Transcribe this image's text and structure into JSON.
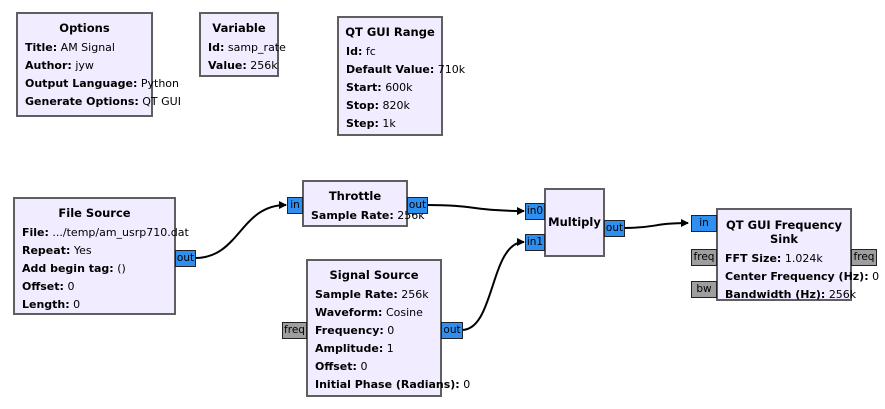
{
  "blocks": {
    "options": {
      "title": "Options",
      "params": [
        {
          "k": "Title:",
          "v": "AM Signal"
        },
        {
          "k": "Author:",
          "v": "jyw"
        },
        {
          "k": "Output Language:",
          "v": "Python"
        },
        {
          "k": "Generate Options:",
          "v": "QT GUI"
        }
      ]
    },
    "variable": {
      "title": "Variable",
      "params": [
        {
          "k": "Id:",
          "v": "samp_rate"
        },
        {
          "k": "Value:",
          "v": "256k"
        }
      ]
    },
    "range": {
      "title": "QT GUI Range",
      "params": [
        {
          "k": "Id:",
          "v": "fc"
        },
        {
          "k": "Default Value:",
          "v": "710k"
        },
        {
          "k": "Start:",
          "v": "600k"
        },
        {
          "k": "Stop:",
          "v": "820k"
        },
        {
          "k": "Step:",
          "v": "1k"
        }
      ]
    },
    "file_source": {
      "title": "File Source",
      "params": [
        {
          "k": "File:",
          "v": ".../temp/am_usrp710.dat"
        },
        {
          "k": "Repeat:",
          "v": "Yes"
        },
        {
          "k": "Add begin tag:",
          "v": "()"
        },
        {
          "k": "Offset:",
          "v": "0"
        },
        {
          "k": "Length:",
          "v": "0"
        }
      ],
      "out": "out"
    },
    "throttle": {
      "title": "Throttle",
      "params": [
        {
          "k": "Sample Rate:",
          "v": "256k"
        }
      ],
      "in": "in",
      "out": "out"
    },
    "signal_source": {
      "title": "Signal Source",
      "params": [
        {
          "k": "Sample Rate:",
          "v": "256k"
        },
        {
          "k": "Waveform:",
          "v": "Cosine"
        },
        {
          "k": "Frequency:",
          "v": "0"
        },
        {
          "k": "Amplitude:",
          "v": "1"
        },
        {
          "k": "Offset:",
          "v": "0"
        },
        {
          "k": "Initial Phase (Radians):",
          "v": "0"
        }
      ],
      "freq": "freq",
      "out": "out"
    },
    "multiply": {
      "title": "Multiply",
      "in0": "in0",
      "in1": "in1",
      "out": "out"
    },
    "freq_sink": {
      "title": "QT GUI Frequency Sink",
      "params": [
        {
          "k": "FFT Size:",
          "v": "1.024k"
        },
        {
          "k": "Center Frequency (Hz):",
          "v": "0"
        },
        {
          "k": "Bandwidth (Hz):",
          "v": "256k"
        }
      ],
      "in": "in",
      "freq_in": "freq",
      "bw_in": "bw",
      "freq_out": "freq"
    }
  },
  "colors": {
    "block_fill": "#f1ecff",
    "port_stream": "#2f8ff0",
    "port_message": "#9e9e9e"
  }
}
